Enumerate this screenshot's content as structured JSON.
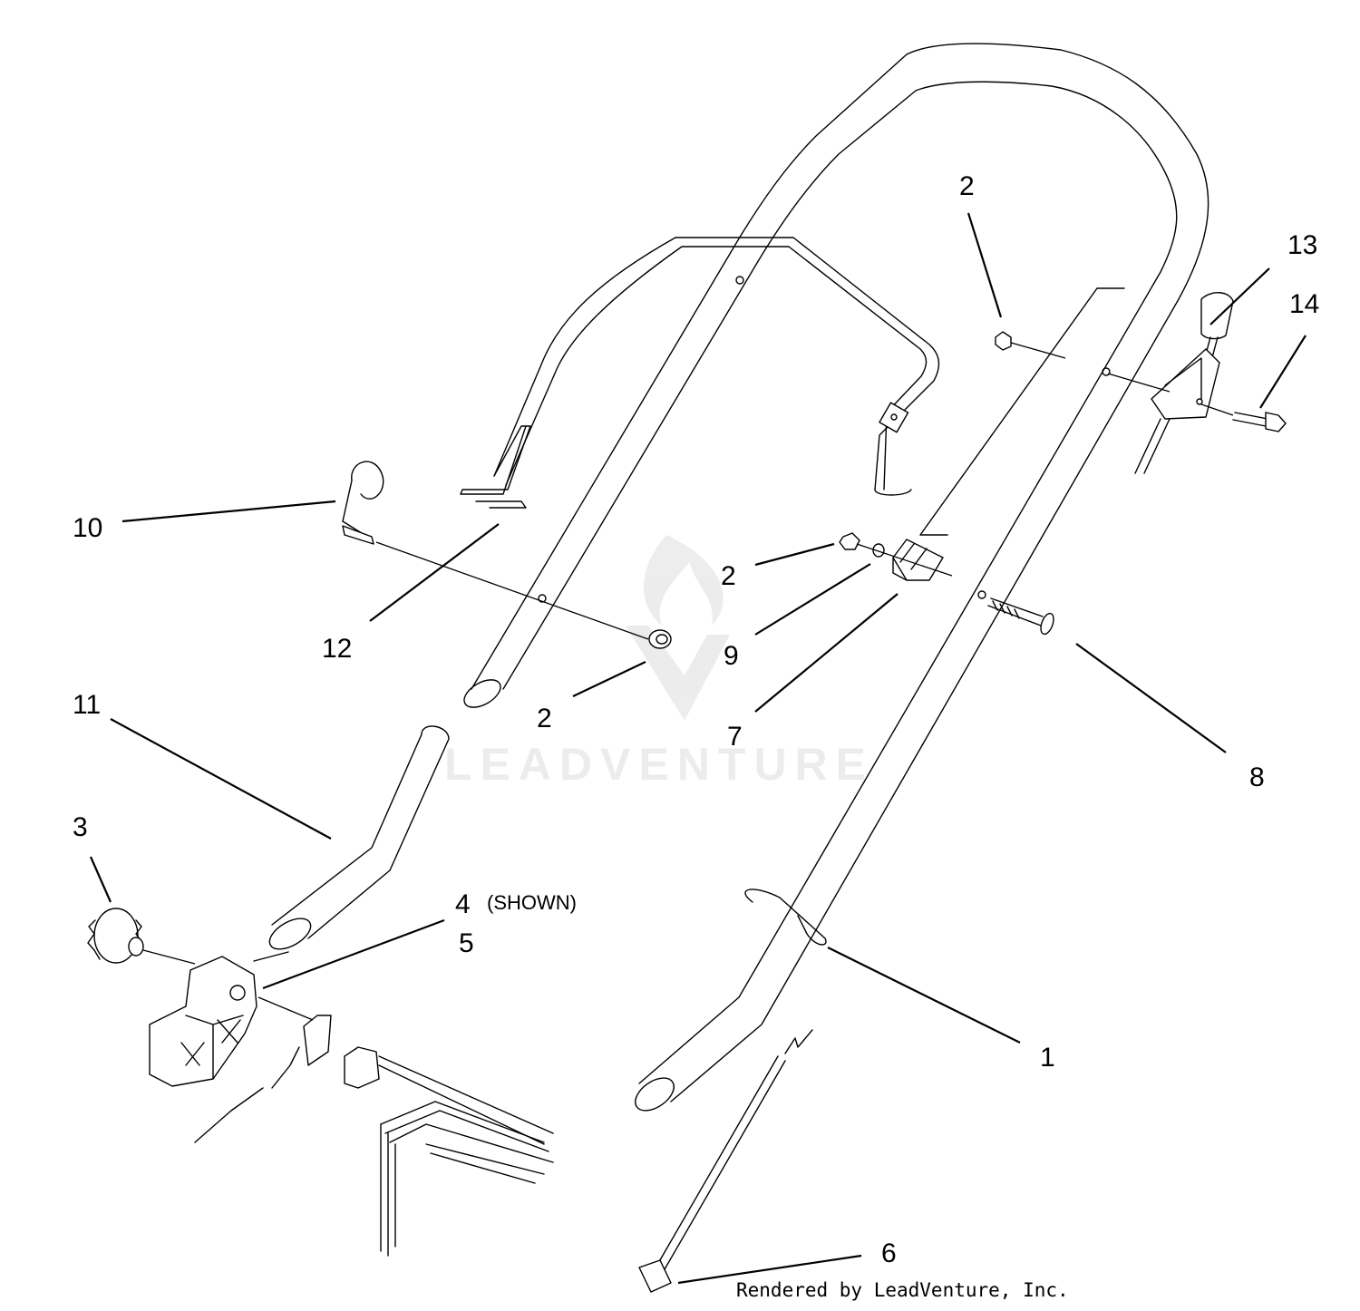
{
  "labels": {
    "l1": "1",
    "l2a": "2",
    "l2b": "2",
    "l2c": "2",
    "l3": "3",
    "l4": "4",
    "l4_note": "(SHOWN)",
    "l5": "5",
    "l6": "6",
    "l7": "7",
    "l8": "8",
    "l9": "9",
    "l10": "10",
    "l11": "11",
    "l12": "12",
    "l13": "13",
    "l14": "14"
  },
  "watermark": "LEADVENTURE",
  "credit": "Rendered by LeadVenture, Inc."
}
